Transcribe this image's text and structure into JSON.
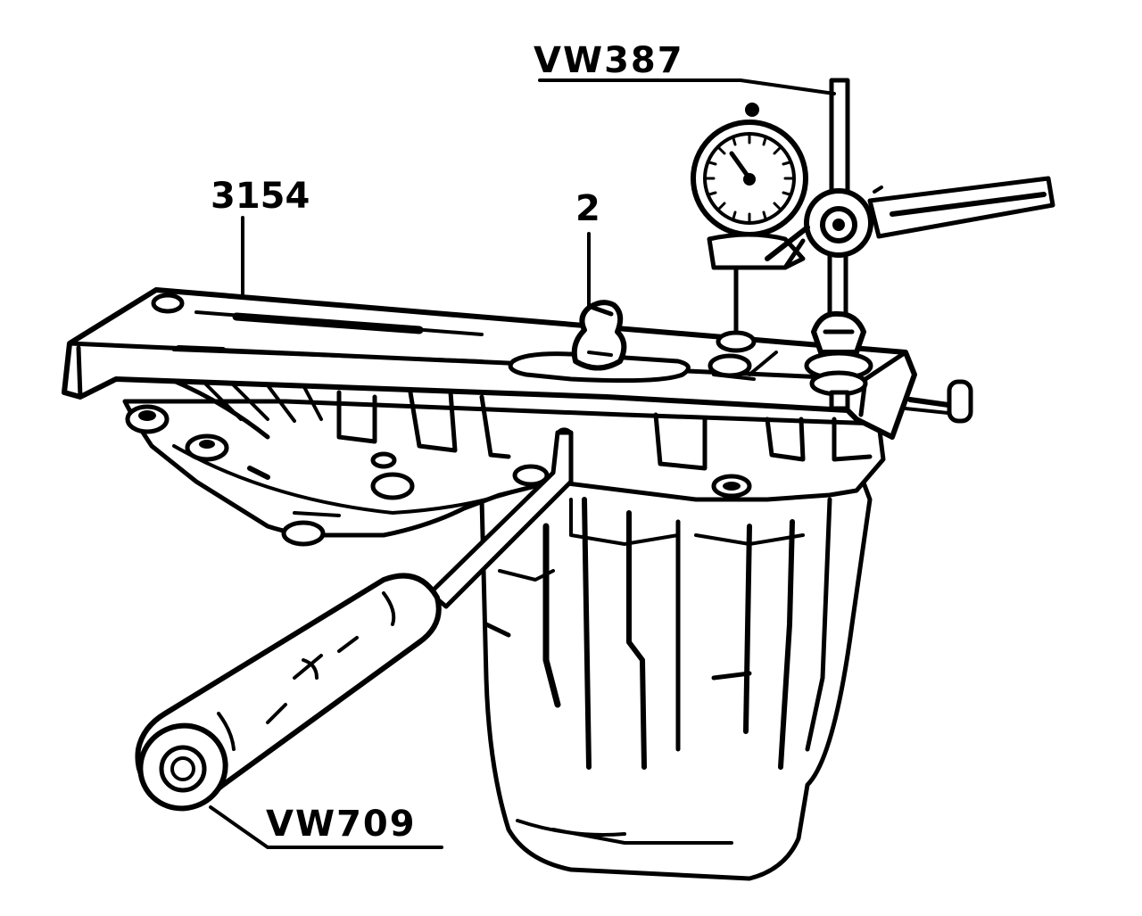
{
  "labels": {
    "vw387": "VW387",
    "part_3154": "3154",
    "item_2": "2",
    "vw709": "VW709"
  }
}
